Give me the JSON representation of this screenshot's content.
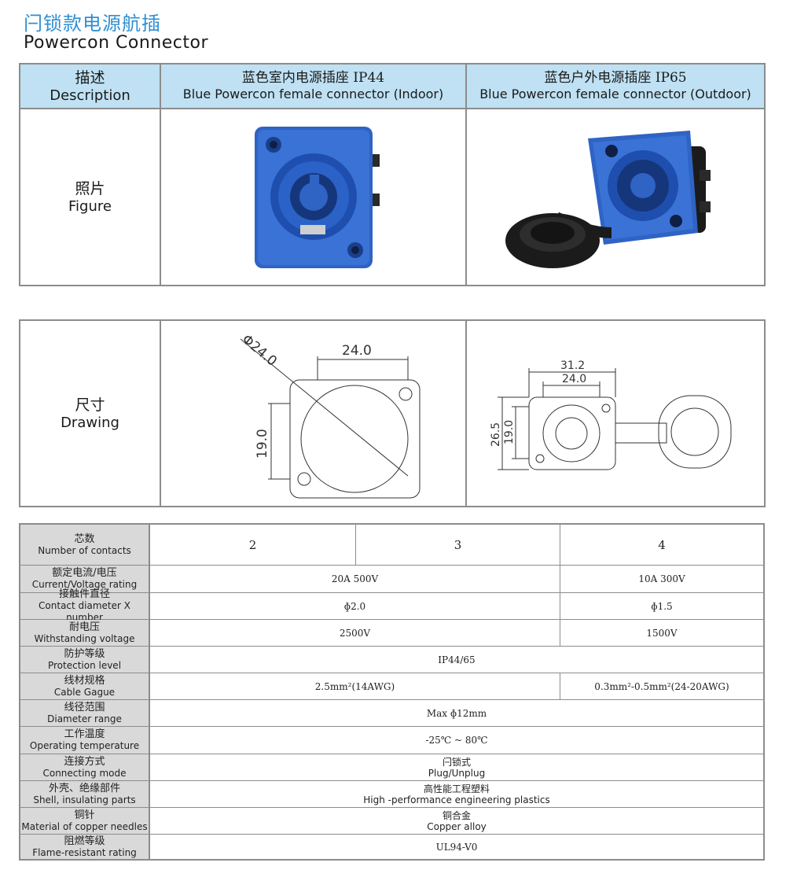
{
  "header": {
    "title_cn": "闩锁款电源航插",
    "title_en": "Powercon Connector"
  },
  "table1": {
    "col1": {
      "cn": "描述",
      "en": "Description"
    },
    "col2": {
      "cn": "蓝色室内电源插座 IP44",
      "en": "Blue Powercon female connector (Indoor)"
    },
    "col3": {
      "cn": "蓝色户外电源插座 IP65",
      "en": "Blue Powercon female connector (Outdoor)"
    },
    "row_figure": {
      "cn": "照片",
      "en": "Figure"
    }
  },
  "table2": {
    "row_drawing": {
      "cn": "尺寸",
      "en": "Drawing"
    },
    "drawing1": {
      "diameter": "Φ24.0",
      "width": "24.0",
      "height": "19.0"
    },
    "drawing2": {
      "outer": "31.2",
      "inner": "24.0",
      "outer_h": "26.5",
      "inner_h": "19.0"
    }
  },
  "specs": {
    "rows": [
      {
        "cn": "芯数",
        "en": "Number of contacts",
        "vals": [
          "2",
          "3",
          "4"
        ]
      },
      {
        "cn": "额定电流/电压",
        "en": "Current/Voltage rating",
        "vals": [
          "20A  500V",
          "10A  300V"
        ]
      },
      {
        "cn": "接触件直径",
        "en": "Contact diameter X number",
        "vals": [
          "ɸ2.0",
          "ɸ1.5"
        ]
      },
      {
        "cn": "耐电压",
        "en": "Withstanding voltage",
        "vals": [
          "2500V",
          "1500V"
        ]
      },
      {
        "cn": "防护等级",
        "en": "Protection level",
        "vals": [
          "IP44/65"
        ]
      },
      {
        "cn": "线材规格",
        "en": "Cable Gague",
        "vals": [
          "2.5mm²(14AWG)",
          "0.3mm²-0.5mm²(24-20AWG)"
        ]
      },
      {
        "cn": "线径范围",
        "en": "Diameter range",
        "vals": [
          "Max ɸ12mm"
        ]
      },
      {
        "cn": "工作温度",
        "en": "Operating temperature",
        "vals": [
          "-25℃ ~ 80℃"
        ]
      },
      {
        "cn": "连接方式",
        "en": "Connecting mode",
        "vals": [
          "闩锁式",
          "Plug/Unplug"
        ]
      },
      {
        "cn": "外壳、绝缘部件",
        "en": "Shell, insulating parts",
        "vals": [
          "高性能工程塑料",
          "High -performance engineering plastics"
        ]
      },
      {
        "cn": "铜针",
        "en": "Material of copper needles",
        "vals": [
          "铜合金",
          "Copper alloy"
        ]
      },
      {
        "cn": "阻燃等级",
        "en": "Flame-resistant rating",
        "vals": [
          "UL94-V0"
        ]
      }
    ]
  },
  "colors": {
    "accent_blue": "#2f8fd1",
    "header_bg": "#bfe1f3",
    "label_bg": "#d9d9d9",
    "connector_blue": "#2f63c4"
  }
}
